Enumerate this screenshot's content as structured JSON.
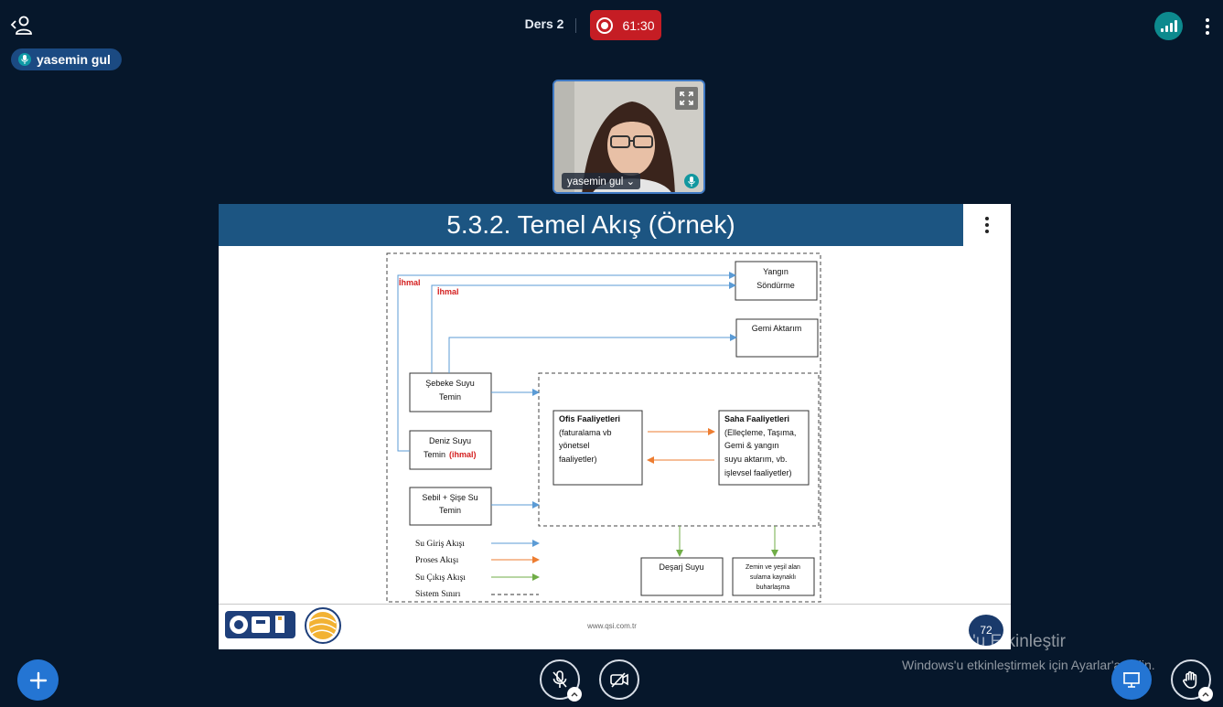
{
  "header": {
    "meeting_title": "Ders 2",
    "recording_time": "61:30"
  },
  "presenter_pill": {
    "name": "yasemin gul"
  },
  "video": {
    "name": "yasemin gul ⌄"
  },
  "slide": {
    "title": "5.3.2. Temel Akış (Örnek)",
    "footer_url": "www.qsi.com.tr",
    "page_number": "72",
    "diagram": {
      "ihmal_1": "İhmal",
      "ihmal_2": "İhmal",
      "yangin_1": "Yangın",
      "yangin_2": "Söndürme",
      "gemi": "Gemi Aktarım",
      "sebeke_1": "Şebeke Suyu",
      "sebeke_2": "Temin",
      "deniz_1": "Deniz Suyu",
      "deniz_2": "Temin",
      "deniz_ihmal": "(ihmal)",
      "sebil_1": "Sebil + Şişe Su",
      "sebil_2": "Temin",
      "ofis_title": "Ofis Faaliyetleri",
      "ofis_1": "(faturalama vb",
      "ofis_2": "yönetsel",
      "ofis_3": "faaliyetler)",
      "saha_title": "Saha Faaliyetleri",
      "saha_1": "(Elleçleme, Taşıma,",
      "saha_2": "Gemi & yangın",
      "saha_3": "suyu aktarım, vb.",
      "saha_4": "işlevsel faaliyetler)",
      "desarj": "Deşarj Suyu",
      "zemin_1": "Zemin ve yeşil alan",
      "zemin_2": "sulama kaynaklı",
      "zemin_3": "buharlaşma",
      "legend_giris": "Su Giriş Akışı",
      "legend_proses": "Proses Akışı",
      "legend_cikis": "Su Çıkış Akışı",
      "legend_sinir": "Sistem Sınırı"
    },
    "colors": {
      "inflow": "#5b9bd5",
      "process": "#ed7d31",
      "outflow": "#70ad47",
      "ihmal": "#d42020"
    }
  },
  "watermark": {
    "line1": "Windows'u Etkinleştir",
    "line2": "Windows'u etkinleştirmek için Ayarlar'a gidin."
  }
}
